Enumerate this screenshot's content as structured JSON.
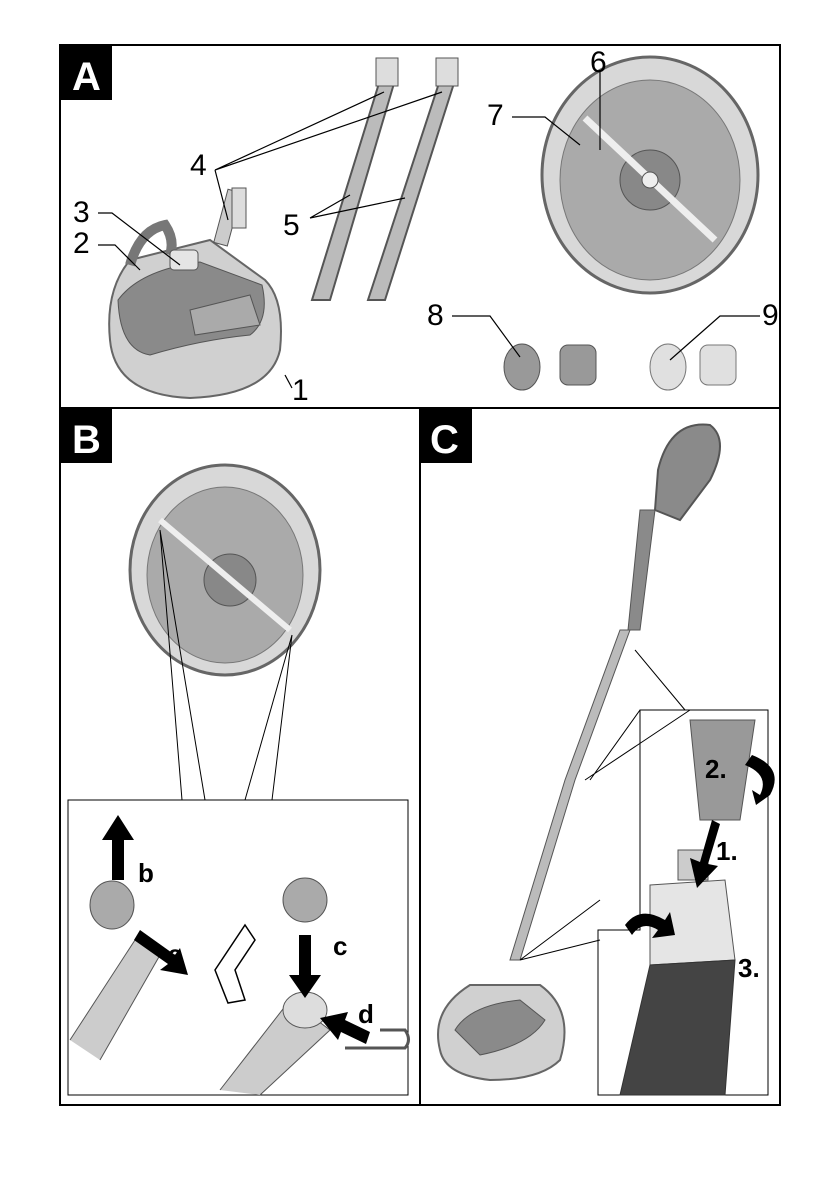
{
  "panels": {
    "a": {
      "letter": "A",
      "callouts": [
        "1",
        "2",
        "3",
        "4",
        "5",
        "6",
        "7",
        "8",
        "9"
      ]
    },
    "b": {
      "letter": "B",
      "steps": [
        "a",
        "b",
        "c",
        "d"
      ]
    },
    "c": {
      "letter": "C",
      "steps": [
        "1.",
        "2.",
        "3."
      ]
    }
  },
  "colors": {
    "part_gray": "#8a8a8a",
    "light_gray": "#d8d8d8",
    "dark_gray": "#555555"
  }
}
